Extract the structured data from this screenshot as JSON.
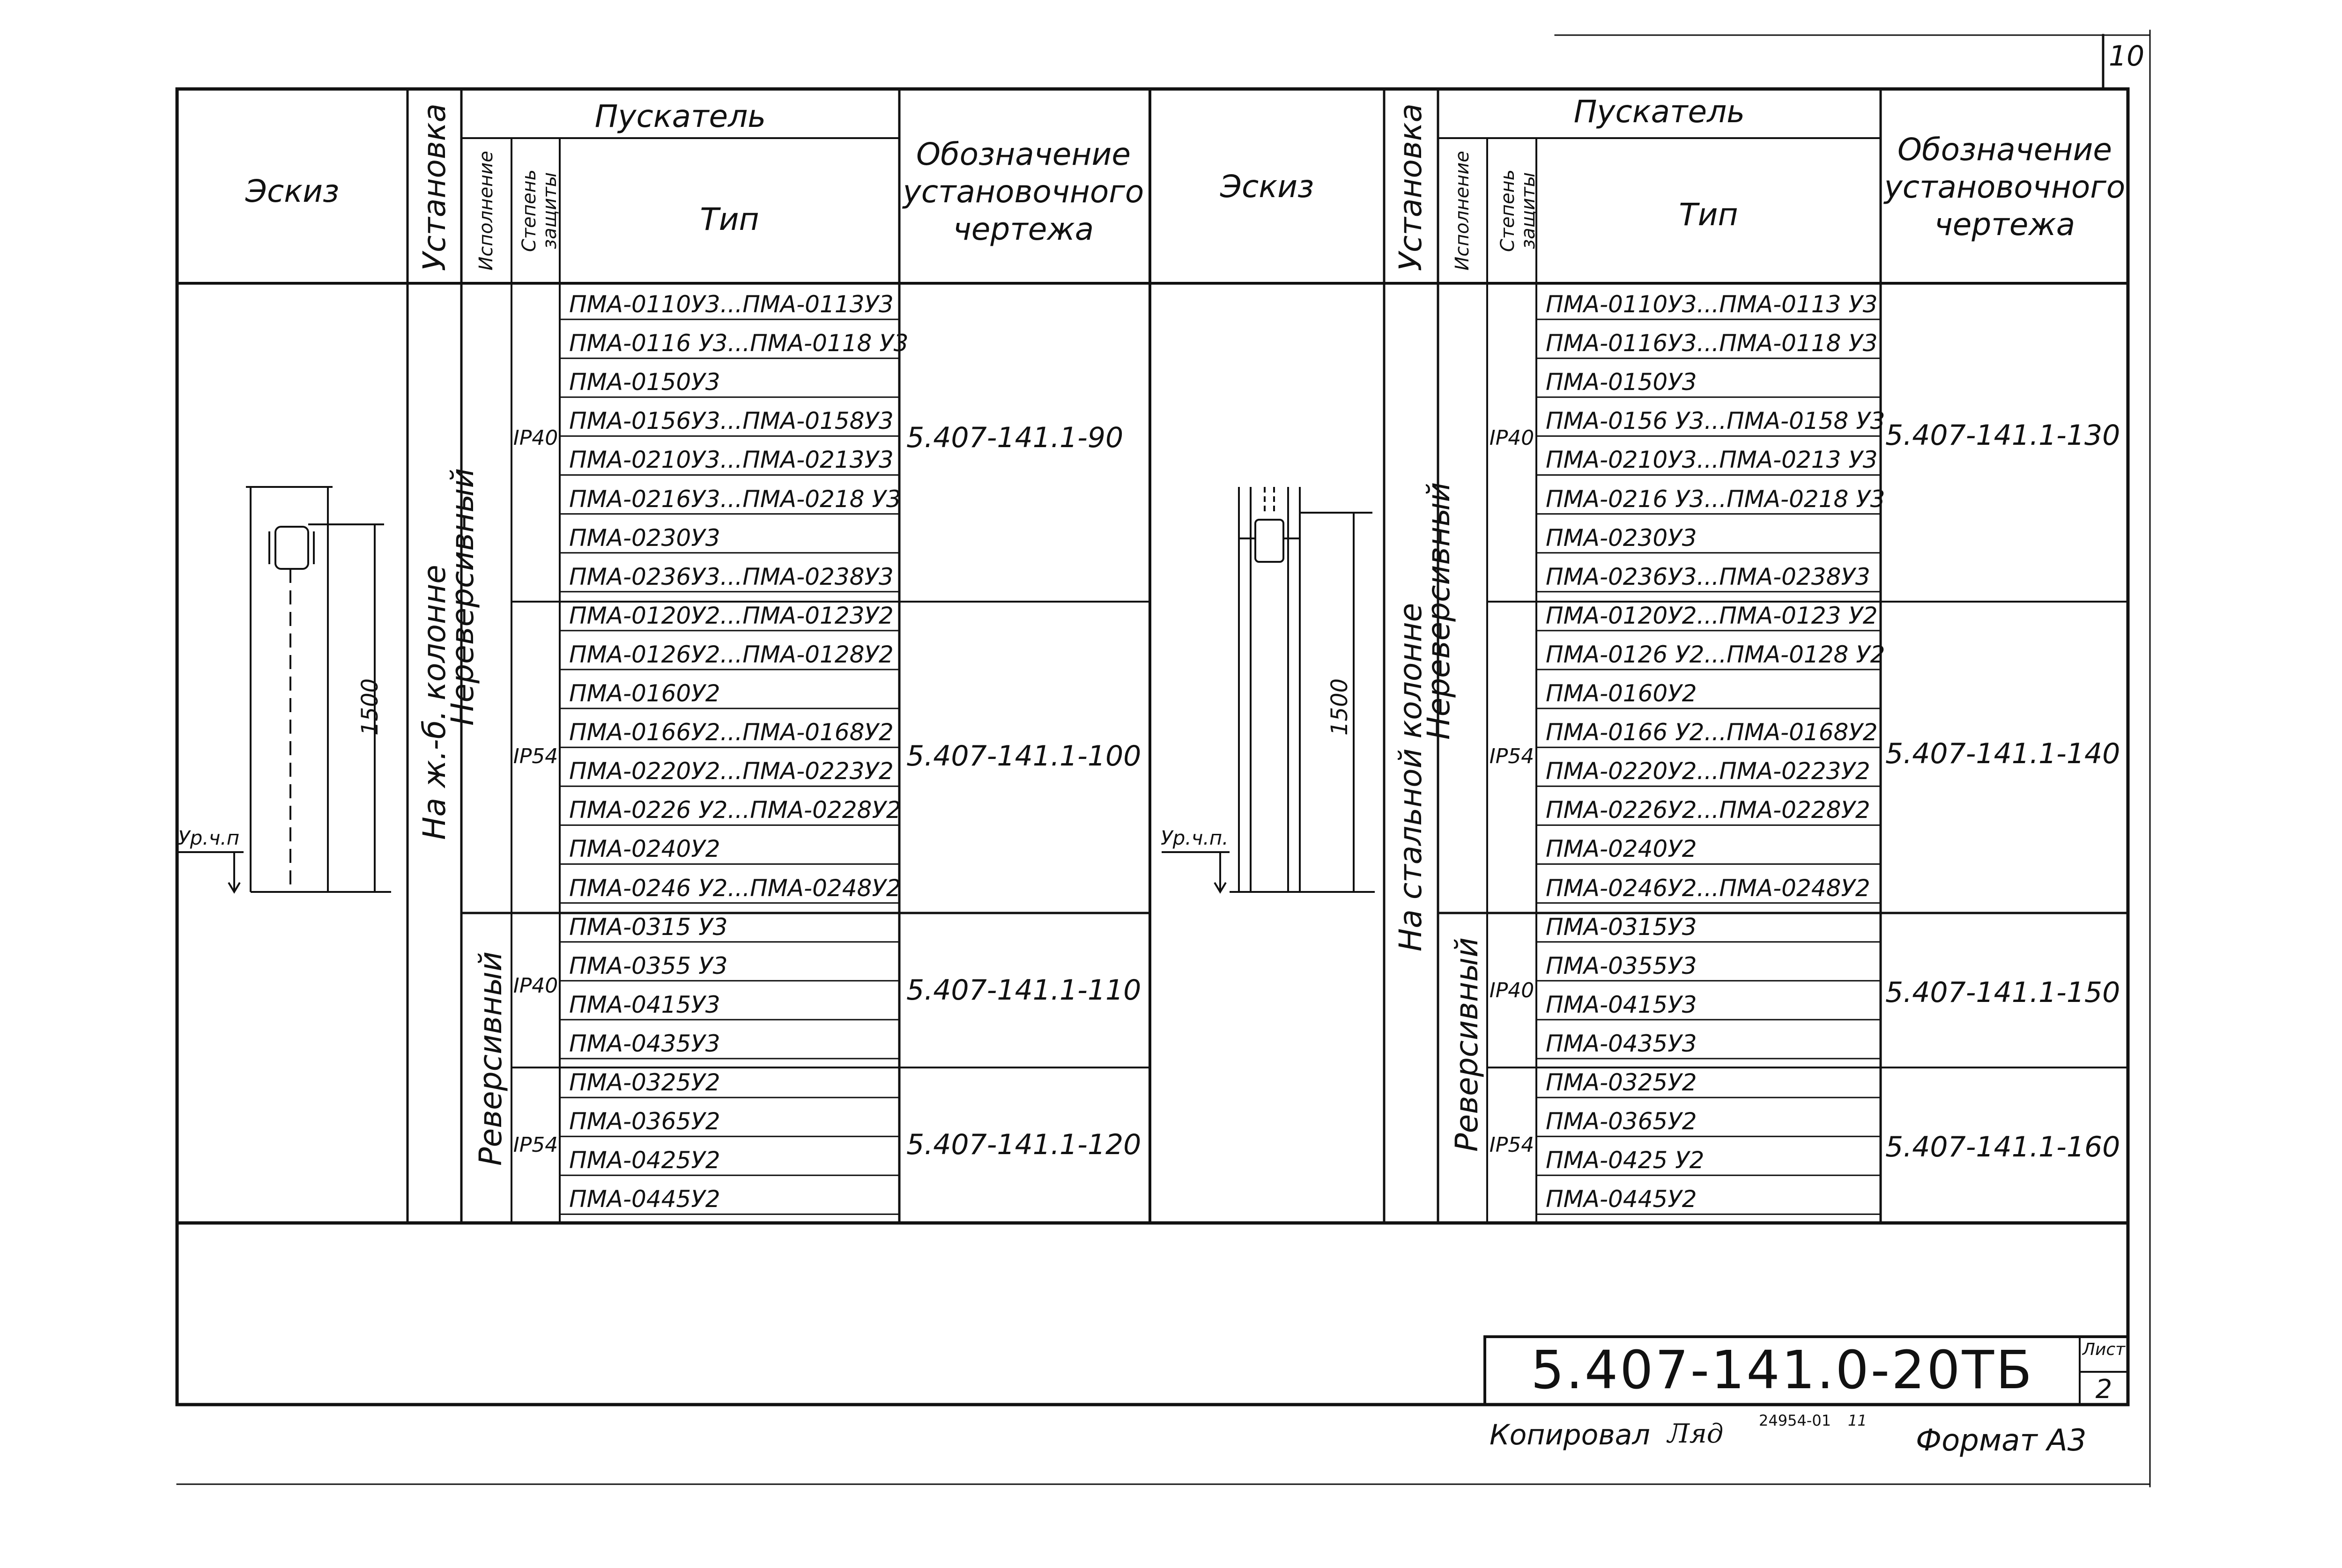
{
  "page_number": "10",
  "headers": {
    "sketch": "Эскиз",
    "installation": "Установка",
    "starter_group": "Пускатель",
    "execution": "Исполнение",
    "protection_degree": "Степень защиты",
    "type": "Тип",
    "drawing_designation": "Обозначение установочного чертежа"
  },
  "left": {
    "installation": "На ж.-б. колонне",
    "sketch": {
      "dimension": "1500",
      "floor_level": "Ур.ч.п"
    },
    "groups": [
      {
        "execution": "Нереверсивный",
        "blocks": [
          {
            "ip": "IP40",
            "drawing": "5.407-141.1-90",
            "types": [
              "ПМА-0110У3...ПМА-0113У3",
              "ПМА-0116 У3...ПМА-0118 У3",
              "ПМА-0150У3",
              "ПМА-0156У3...ПМА-0158У3",
              "ПМА-0210У3...ПМА-0213У3",
              "ПМА-0216У3...ПМА-0218 У3",
              "ПМА-0230У3",
              "ПМА-0236У3...ПМА-0238У3"
            ]
          },
          {
            "ip": "IP54",
            "drawing": "5.407-141.1-100",
            "types": [
              "ПМА-0120У2...ПМА-0123У2",
              "ПМА-0126У2...ПМА-0128У2",
              "ПМА-0160У2",
              "ПМА-0166У2...ПМА-0168У2",
              "ПМА-0220У2...ПМА-0223У2",
              "ПМА-0226 У2...ПМА-0228У2",
              "ПМА-0240У2",
              "ПМА-0246 У2...ПМА-0248У2"
            ]
          }
        ]
      },
      {
        "execution": "Реверсивный",
        "blocks": [
          {
            "ip": "IP40",
            "drawing": "5.407-141.1-110",
            "types": [
              "ПМА-0315 У3",
              "ПМА-0355 У3",
              "ПМА-0415У3",
              "ПМА-0435У3"
            ]
          },
          {
            "ip": "IP54",
            "drawing": "5.407-141.1-120",
            "types": [
              "ПМА-0325У2",
              "ПМА-0365У2",
              "ПМА-0425У2",
              "ПМА-0445У2"
            ]
          }
        ]
      }
    ]
  },
  "right": {
    "installation": "На стальной колонне",
    "sketch": {
      "dimension": "1500",
      "floor_level": "Ур.ч.п."
    },
    "groups": [
      {
        "execution": "Нереверсивный",
        "blocks": [
          {
            "ip": "IP40",
            "drawing": "5.407-141.1-130",
            "types": [
              "ПМА-0110У3...ПМА-0113 У3",
              "ПМА-0116У3...ПМА-0118 У3",
              "ПМА-0150У3",
              "ПМА-0156 У3...ПМА-0158 У3",
              "ПМА-0210У3...ПМА-0213 У3",
              "ПМА-0216 У3...ПМА-0218 У3",
              "ПМА-0230У3",
              "ПМА-0236У3...ПМА-0238У3"
            ]
          },
          {
            "ip": "IP54",
            "drawing": "5.407-141.1-140",
            "types": [
              "ПМА-0120У2...ПМА-0123 У2",
              "ПМА-0126 У2...ПМА-0128 У2",
              "ПМА-0160У2",
              "ПМА-0166 У2...ПМА-0168У2",
              "ПМА-0220У2...ПМА-0223У2",
              "ПМА-0226У2...ПМА-0228У2",
              "ПМА-0240У2",
              "ПМА-0246У2...ПМА-0248У2"
            ]
          }
        ]
      },
      {
        "execution": "Реверсивный",
        "blocks": [
          {
            "ip": "IP40",
            "drawing": "5.407-141.1-150",
            "types": [
              "ПМА-0315У3",
              "ПМА-0355У3",
              "ПМА-0415У3",
              "ПМА-0435У3"
            ]
          },
          {
            "ip": "IP54",
            "drawing": "5.407-141.1-160",
            "types": [
              "ПМА-0325У2",
              "ПМА-0365У2",
              "ПМА-0425 У2",
              "ПМА-0445У2"
            ]
          }
        ]
      }
    ]
  },
  "title_block": {
    "designation": "5.407-141.0-20ТБ",
    "sheet_label": "Лист",
    "sheet_number": "2"
  },
  "footer": {
    "copied_by": "Копировал",
    "signature": "Ляд",
    "inventory_number": "24954-01",
    "mark": "11",
    "format": "Формат А3"
  }
}
